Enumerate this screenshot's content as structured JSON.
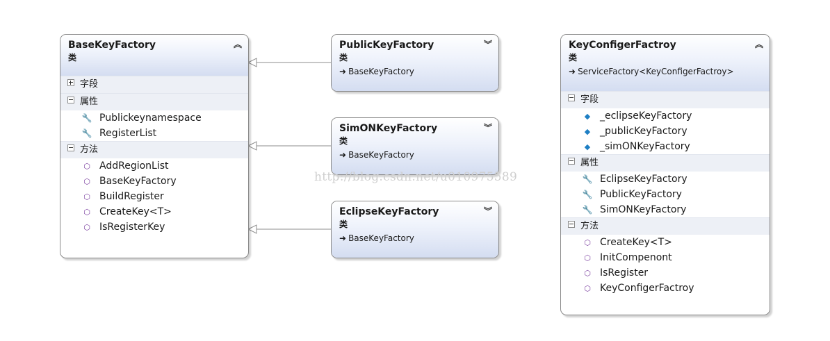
{
  "base_class": {
    "title": "BaseKeyFactory",
    "kind": "类",
    "sections": {
      "fields": "字段",
      "properties": "属性",
      "methods": "方法"
    },
    "properties": [
      "Publickeynamespace",
      "RegisterList"
    ],
    "methods": [
      "AddRegionList",
      "BaseKeyFactory",
      "BuildRegister",
      "CreateKey<T>",
      "IsRegisterKey"
    ]
  },
  "derived": [
    {
      "title": "PublicKeyFactory",
      "kind": "类",
      "base": "BaseKeyFactory"
    },
    {
      "title": "SimONKeyFactory",
      "kind": "类",
      "base": "BaseKeyFactory"
    },
    {
      "title": "EclipseKeyFactory",
      "kind": "类",
      "base": "BaseKeyFactory"
    }
  ],
  "config_class": {
    "title": "KeyConfigerFactroy",
    "kind": "类",
    "base": "ServiceFactory<KeyConfigerFactroy>",
    "sections": {
      "fields": "字段",
      "properties": "属性",
      "methods": "方法"
    },
    "fields": [
      "_eclipseKeyFactory",
      "_publicKeyFactory",
      "_simONKeyFactory"
    ],
    "properties": [
      "EclipseKeyFactory",
      "PublicKeyFactory",
      "SimONKeyFactory"
    ],
    "methods": [
      "CreateKey<T>",
      "InitCompenont",
      "IsRegister",
      "KeyConfigerFactroy"
    ]
  },
  "icons": {
    "collapse": "chevron-double-up-icon",
    "expand": "chevron-double-down-icon",
    "inherit_arrow": "inherit-arrow-icon",
    "method": "method-cube-icon",
    "property": "wrench-property-icon",
    "field": "private-field-icon"
  },
  "glyphs": {
    "collapse": "︽",
    "expand": "︾",
    "inherit_arrow": "➜",
    "method": "⬡",
    "property": "🔧",
    "field": "◆"
  },
  "watermark": "http://blog.csdn.net/u010975589"
}
